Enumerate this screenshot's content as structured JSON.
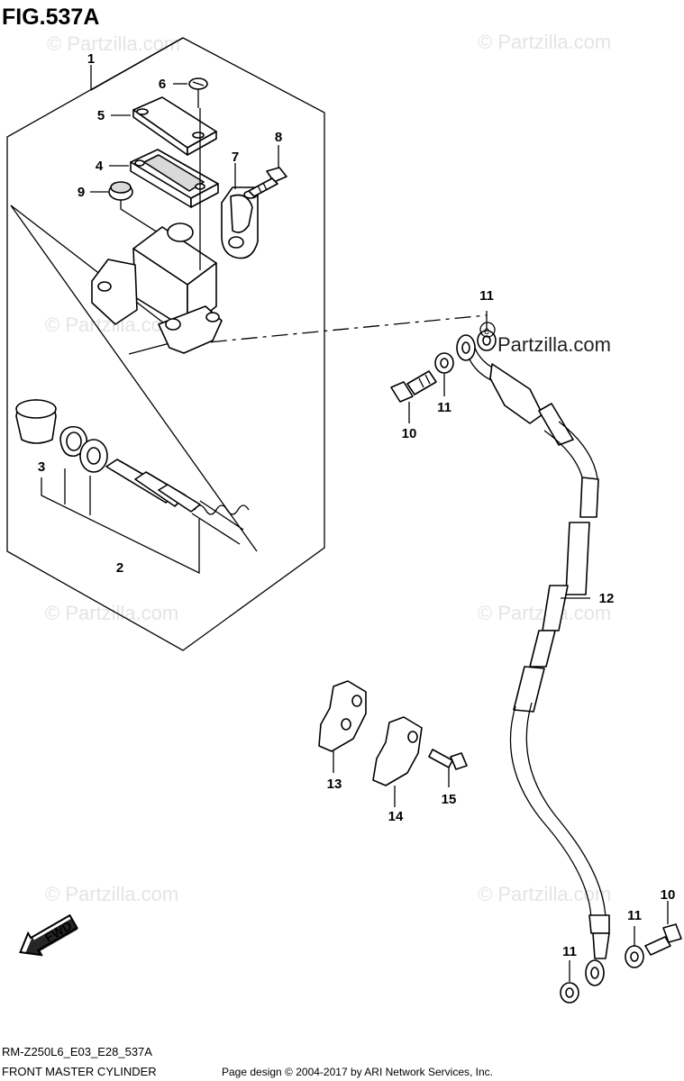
{
  "figure": {
    "title": "FIG.537A",
    "model_code": "RM-Z250L6_E03_E28_537A",
    "section_name": "FRONT MASTER CYLINDER",
    "copyright": "Page design © 2004-2017 by ARI Network Services, Inc."
  },
  "watermark": {
    "text": "Partzilla.com",
    "brand_text": "Partzilla.com"
  },
  "direction_arrow": {
    "label": "FWD"
  },
  "callouts": [
    "1",
    "2",
    "3",
    "4",
    "5",
    "6",
    "7",
    "8",
    "9",
    "10",
    "11",
    "12",
    "13",
    "14",
    "15"
  ],
  "callout_repeats": {
    "label_10": "10",
    "label_11": "11"
  }
}
